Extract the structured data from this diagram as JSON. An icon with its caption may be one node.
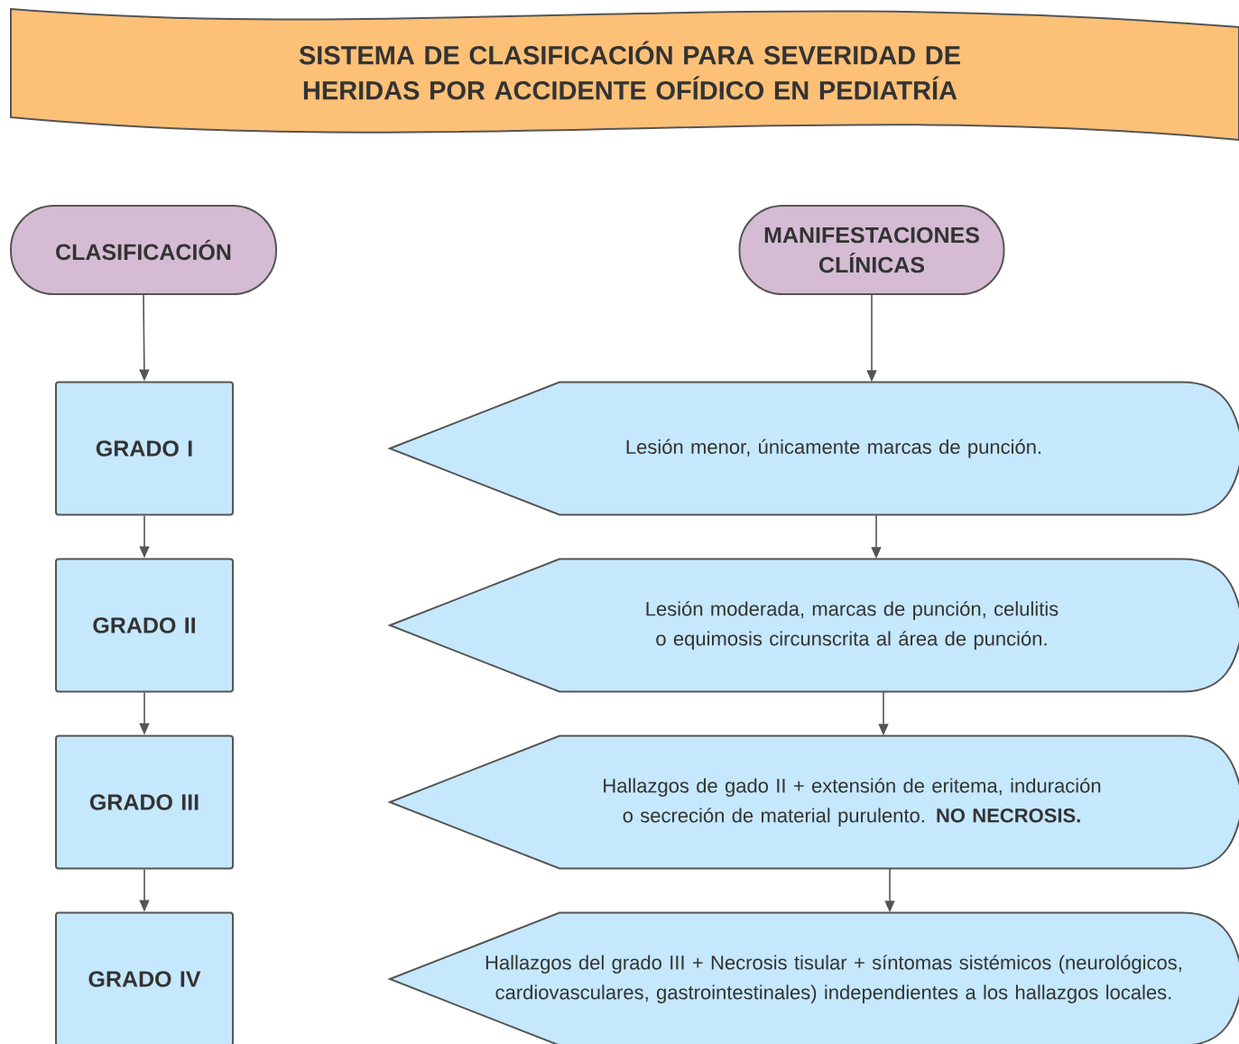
{
  "diagram": {
    "title": "SISTEMA DE CLASIFICACIÓN PARA SEVERIDAD DE HERIDAS POR ACCIDENTE OFÍDICO EN PEDIATRÍA",
    "nodes": [
      {
        "text": [
          "CLASIFICACIÓN"
        ]
      },
      {
        "text": [
          "MANIFESTACIONES CLÍNICAS"
        ]
      },
      {
        "text": [
          "GRADO I"
        ]
      },
      {
        "text": [
          "GRADO II"
        ]
      },
      {
        "text": [
          "GRADO III"
        ]
      },
      {
        "text": [
          "GRADO IV"
        ]
      },
      {
        "text": [
          "Lesión menor, únicamente marcas de punción."
        ]
      },
      {
        "text": [
          "Lesión moderada, marcas de punción, celulitis o equimosis circunscrita al área de punción."
        ]
      },
      {
        "text": [
          "Hallazgos de gado II + extensión de eritema, induración o secreción de material purulento. **NO NECROSIS.**"
        ]
      },
      {
        "text": [
          "Hallazgos del grado III + Necrosis tisular + síntomas sistémicos (neurológicos, cardiovasculares, gastrointestinales) independientes a los hallazgos locales."
        ]
      }
    ],
    "edges": [
      {
        "from": 0,
        "to": 2,
        "arrow": "to"
      },
      {
        "from": 2,
        "to": 3,
        "arrow": "to"
      },
      {
        "from": 3,
        "to": 4,
        "arrow": "to"
      },
      {
        "from": 4,
        "to": 5,
        "arrow": "to"
      },
      {
        "from": 1,
        "to": 6,
        "arrow": "to"
      },
      {
        "from": 6,
        "to": 7,
        "arrow": "to"
      },
      {
        "from": 7,
        "to": 8,
        "arrow": "to"
      },
      {
        "from": 8,
        "to": 9,
        "arrow": "to"
      }
    ]
  }
}
